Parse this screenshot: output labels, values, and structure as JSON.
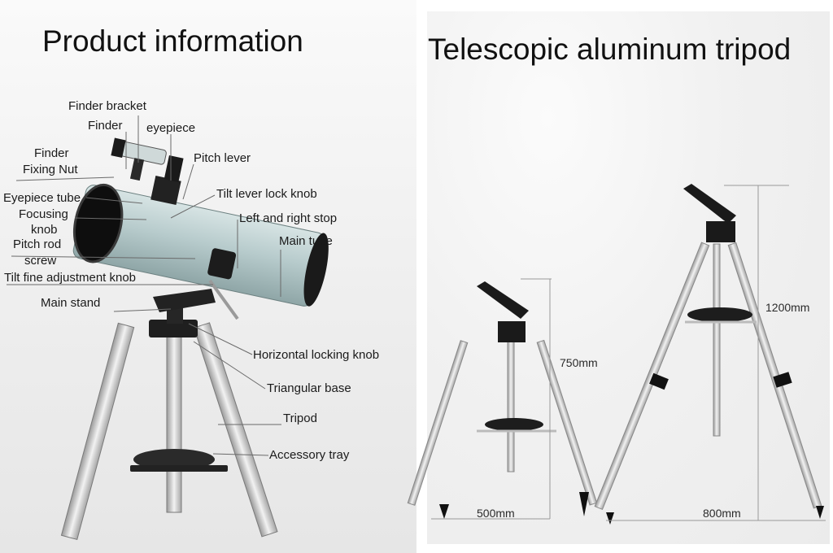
{
  "left_panel": {
    "title": "Product information",
    "labels": {
      "finder_bracket": "Finder bracket",
      "finder": "Finder",
      "eyepiece": "eyepiece",
      "finder_fixing_nut_1": "Finder",
      "finder_fixing_nut_2": "Fixing Nut",
      "pitch_lever": "Pitch lever",
      "eyepiece_tube": "Eyepiece tube",
      "tilt_lever_lock_knob": "Tilt lever lock knob",
      "focusing_knob_1": "Focusing",
      "focusing_knob_2": "knob",
      "left_and_right_stop": "Left and right stop",
      "pitch_rod_screw_1": "Pitch rod",
      "pitch_rod_screw_2": "screw",
      "main_tube": "Main tube",
      "tilt_fine_adjustment_knob": "Tilt fine adjustment knob",
      "main_stand": "Main stand",
      "horizontal_locking_knob": "Horizontal locking knob",
      "triangular_base": "Triangular base",
      "tripod": "Tripod",
      "accessory_tray": "Accessory tray"
    }
  },
  "right_panel": {
    "title": "Telescopic aluminum tripod",
    "dimensions": {
      "short_height": "750mm",
      "short_width": "500mm",
      "tall_height": "1200mm",
      "tall_width": "800mm"
    }
  },
  "colors": {
    "tube": "#b9cccd",
    "tube_dark": "#1a1a1a",
    "leader_line": "#555555",
    "aluminum": "#d9d9d9"
  }
}
